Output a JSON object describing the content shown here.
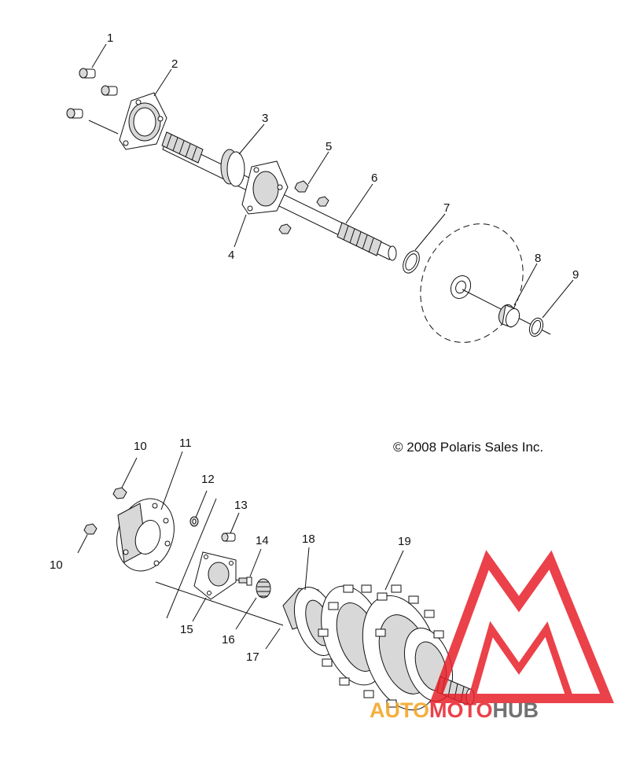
{
  "callouts": [
    "1",
    "2",
    "3",
    "4",
    "5",
    "6",
    "7",
    "8",
    "9",
    "10",
    "10",
    "11",
    "12",
    "13",
    "14",
    "15",
    "16",
    "17",
    "18",
    "19"
  ],
  "copyright": "© 2008 Polaris Sales Inc.",
  "watermark": {
    "text_a": "AUTO",
    "text_b": "MOTO",
    "text_c": "HUB",
    "color_red": "#e8202a",
    "color_orange": "#f4a21c",
    "color_gray": "#5a5a5a"
  }
}
